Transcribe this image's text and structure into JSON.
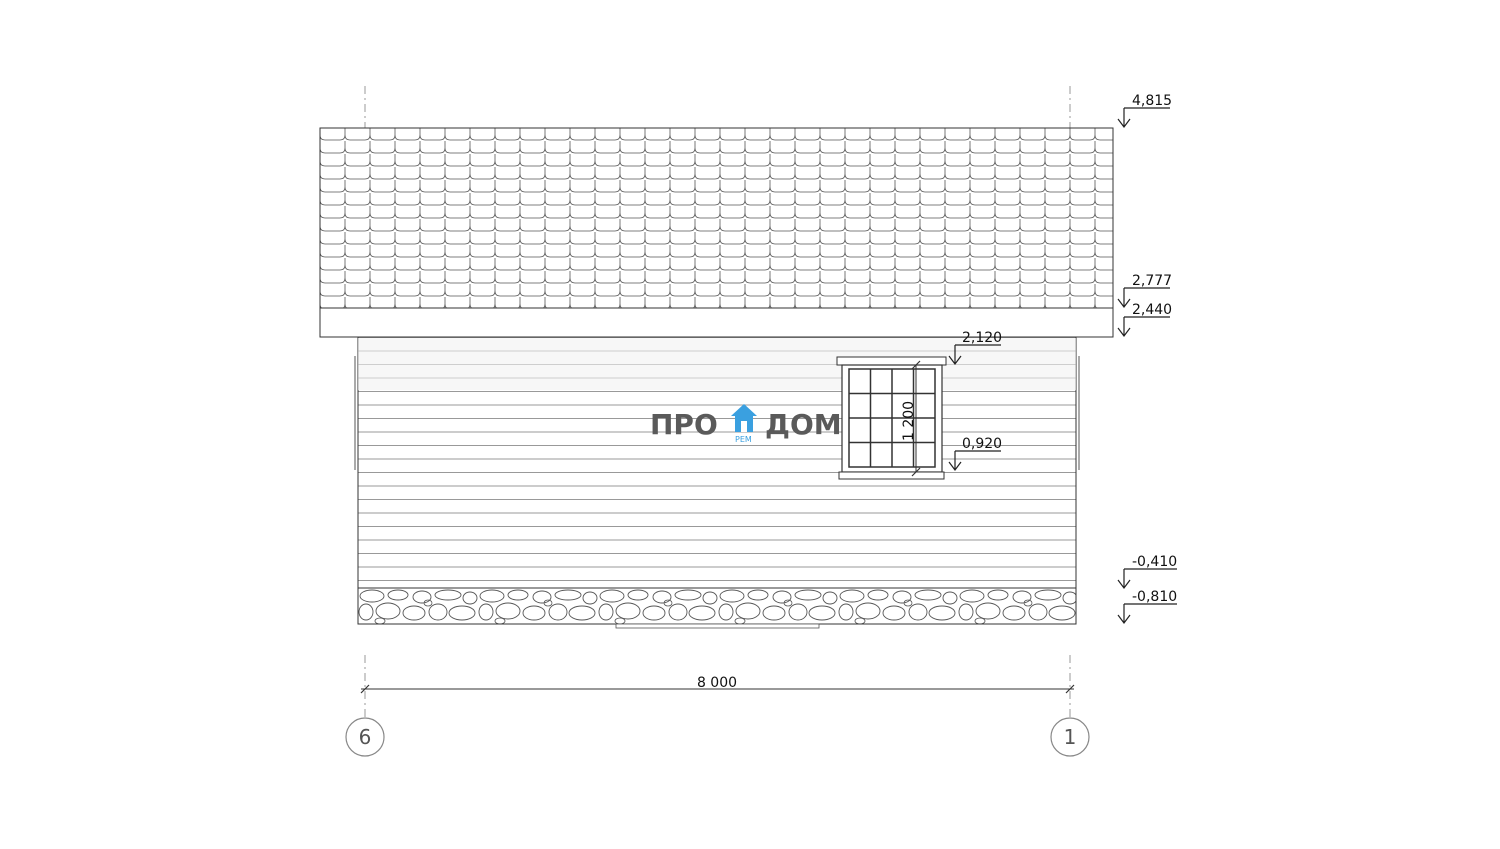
{
  "elevations": {
    "roof_top": "4,815",
    "roof_eave": "2,777",
    "wall_top": "2,440",
    "window_top": "2,120",
    "window_bottom": "0,920",
    "plinth_top": "-0,410",
    "plinth_bottom": "-0,810"
  },
  "dimensions": {
    "window_height": "1 200",
    "overall_width": "8 000"
  },
  "axes": {
    "left": "6",
    "right": "1"
  },
  "logo": {
    "left_text": "ПРО",
    "right_text": "ДОМ",
    "sub_text": "РЕМ"
  },
  "colors": {
    "line": "#333333",
    "logo_gray": "#5a5a5a",
    "logo_blue": "#3aa0e0"
  }
}
